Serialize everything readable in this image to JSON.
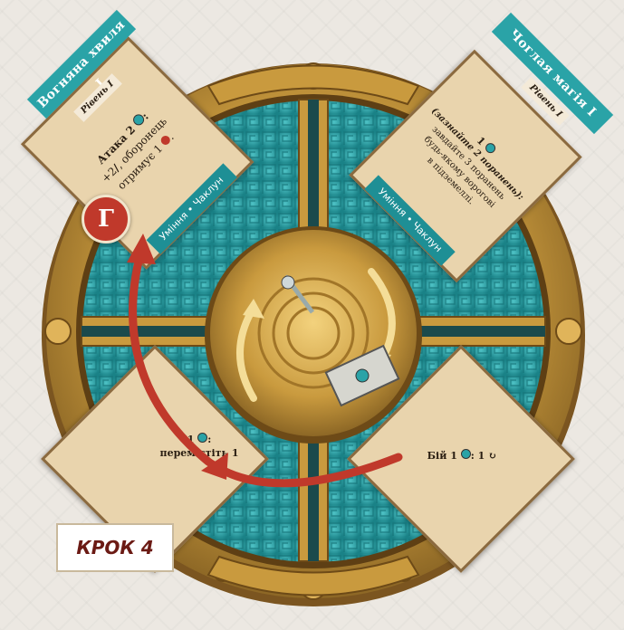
{
  "cards": {
    "top_left": {
      "title": "Вогняна хвиля I",
      "level": "Рівень I",
      "line1": "Атака 2",
      "line2": "+2",
      "line3": ", оборонець",
      "line4": "отримує 1",
      "footer": "Уміння • Чаклун"
    },
    "top_right": {
      "title": "Чоглая магія I",
      "level": "Рівень I",
      "line1": "1",
      "line2": "(зазнайте 2 поранень):",
      "line3": "завдайте 3 поранень",
      "line4": "будь-якому ворогові",
      "line5": "в підземеллі.",
      "footer": "Уміння • Чаклун"
    },
    "bottom_left": {
      "line1": "1",
      "line2": "перемістіть",
      "suffix": "1"
    },
    "bottom_right": {
      "line1": "Бій 1",
      "line2": ": 1"
    }
  },
  "step_label": "КРОК 4",
  "badge_letter": "Г",
  "colors": {
    "teal": "#2aa3a7",
    "gold": "#c99a3e",
    "red": "#c0392b",
    "card": "#e9d4ad"
  },
  "icons": [
    "mana-gem-icon",
    "sword-icon",
    "wound-icon",
    "rotate-icon",
    "dice-icon"
  ]
}
